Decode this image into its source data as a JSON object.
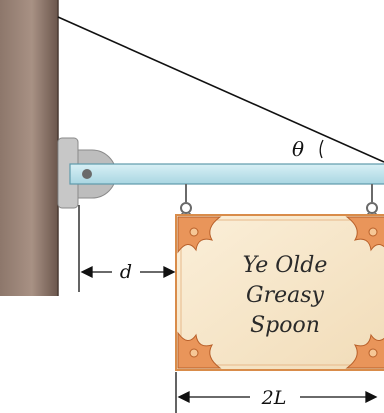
{
  "labels": {
    "theta": "θ",
    "d": "d",
    "two_L": "2L"
  },
  "sign": {
    "line1": "Ye Olde",
    "line2": "Greasy",
    "line3": "Spoon"
  },
  "colors": {
    "wall": "#9a8478",
    "wall_shadow": "#6f5a50",
    "beam_fill": "#bfe3ec",
    "beam_stroke": "#5f9aab",
    "bracket": "#b8b8b8",
    "sign_fill": "#f6e6c8",
    "sign_border": "#d98c4a",
    "ornament": "#e07b3c",
    "line": "#111111"
  }
}
